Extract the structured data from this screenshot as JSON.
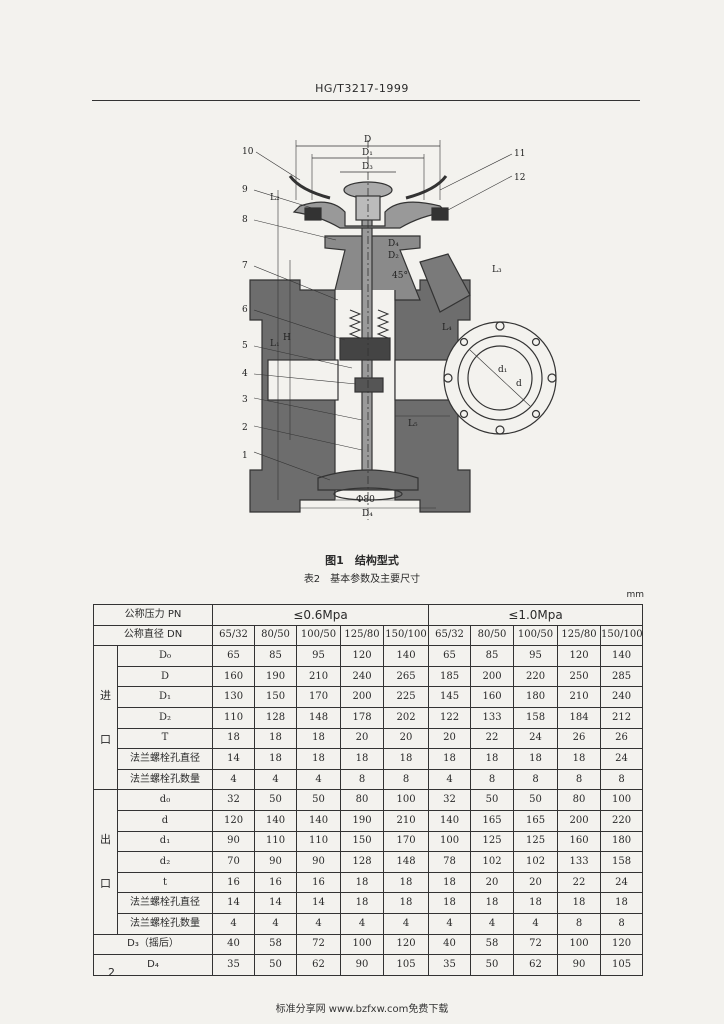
{
  "header": {
    "standard_no": "HG/T3217-1999"
  },
  "figure": {
    "caption": "图1　结构型式",
    "part_numbers": [
      "1",
      "2",
      "3",
      "4",
      "5",
      "6",
      "7",
      "8",
      "9",
      "10",
      "11",
      "12"
    ],
    "dim_labels": {
      "d_top": "D",
      "d1_top": "D₁",
      "d3_top": "D₃",
      "d4_mid": "D₄",
      "d2_mid": "D₂",
      "angle": "45°",
      "l1": "L₁",
      "l2": "L₂",
      "l3": "L₃",
      "l4": "L₄",
      "l5": "L₅",
      "h": "H",
      "bottom_phi": "Φ80",
      "bottom_d": "D₄",
      "flange_d": "d₁",
      "flange_d2": "d"
    }
  },
  "table": {
    "caption": "表2　基本参数及主要尺寸",
    "unit": "mm",
    "pn_label": "公称压力 PN",
    "dn_label": "公称直径 DN",
    "pn_low": "≤0.6Mpa",
    "pn_high": "≤1.0Mpa",
    "dn_values": [
      "65/32",
      "80/50",
      "100/50",
      "125/80",
      "150/100",
      "65/32",
      "80/50",
      "100/50",
      "125/80",
      "150/100"
    ],
    "groups": {
      "inlet": [
        "进",
        "口"
      ],
      "outlet": [
        "出",
        "口"
      ]
    },
    "inlet_rows": [
      {
        "label": "D₀",
        "values": [
          "65",
          "85",
          "95",
          "120",
          "140",
          "65",
          "85",
          "95",
          "120",
          "140"
        ]
      },
      {
        "label": "D",
        "values": [
          "160",
          "190",
          "210",
          "240",
          "265",
          "185",
          "200",
          "220",
          "250",
          "285"
        ]
      },
      {
        "label": "D₁",
        "values": [
          "130",
          "150",
          "170",
          "200",
          "225",
          "145",
          "160",
          "180",
          "210",
          "240"
        ]
      },
      {
        "label": "D₂",
        "values": [
          "110",
          "128",
          "148",
          "178",
          "202",
          "122",
          "133",
          "158",
          "184",
          "212"
        ]
      },
      {
        "label": "T",
        "values": [
          "18",
          "18",
          "18",
          "20",
          "20",
          "20",
          "22",
          "24",
          "26",
          "26"
        ]
      },
      {
        "label": "法兰螺栓孔直径",
        "values": [
          "14",
          "18",
          "18",
          "18",
          "18",
          "18",
          "18",
          "18",
          "18",
          "24"
        ]
      },
      {
        "label": "法兰螺栓孔数量",
        "values": [
          "4",
          "4",
          "4",
          "8",
          "8",
          "4",
          "8",
          "8",
          "8",
          "8"
        ]
      }
    ],
    "outlet_rows": [
      {
        "label": "d₀",
        "values": [
          "32",
          "50",
          "50",
          "80",
          "100",
          "32",
          "50",
          "50",
          "80",
          "100"
        ]
      },
      {
        "label": "d",
        "values": [
          "120",
          "140",
          "140",
          "190",
          "210",
          "140",
          "165",
          "165",
          "200",
          "220"
        ]
      },
      {
        "label": "d₁",
        "values": [
          "90",
          "110",
          "110",
          "150",
          "170",
          "100",
          "125",
          "125",
          "160",
          "180"
        ]
      },
      {
        "label": "d₂",
        "values": [
          "70",
          "90",
          "90",
          "128",
          "148",
          "78",
          "102",
          "102",
          "133",
          "158"
        ]
      },
      {
        "label": "t",
        "values": [
          "16",
          "16",
          "16",
          "18",
          "18",
          "18",
          "20",
          "20",
          "22",
          "24"
        ]
      },
      {
        "label": "法兰螺栓孔直径",
        "values": [
          "14",
          "14",
          "14",
          "18",
          "18",
          "18",
          "18",
          "18",
          "18",
          "18"
        ]
      },
      {
        "label": "法兰螺栓孔数量",
        "values": [
          "4",
          "4",
          "4",
          "4",
          "4",
          "4",
          "4",
          "4",
          "8",
          "8"
        ]
      }
    ],
    "extra_rows": [
      {
        "label": "D₃（摇后）",
        "values": [
          "40",
          "58",
          "72",
          "100",
          "120",
          "40",
          "58",
          "72",
          "100",
          "120"
        ]
      },
      {
        "label": "D₄",
        "values": [
          "35",
          "50",
          "62",
          "90",
          "105",
          "35",
          "50",
          "62",
          "90",
          "105"
        ]
      }
    ]
  },
  "page_number": "2",
  "footer": "标准分享网 www.bzfxw.com免费下载"
}
